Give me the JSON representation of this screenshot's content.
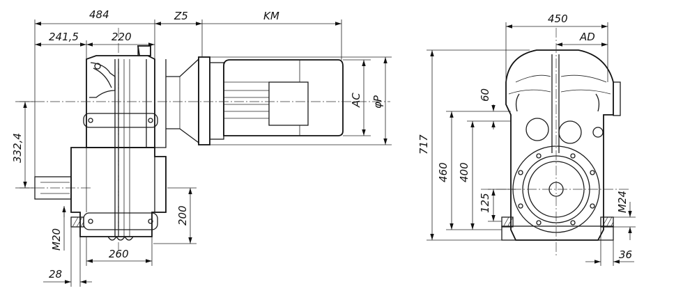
{
  "dimensions": {
    "overall_length": "484",
    "length_241": "241,5",
    "length_220": "220",
    "length_z5": "Z5",
    "length_km": "KM",
    "height_332": "332,4",
    "motor_ac": "AC",
    "motor_p": "φP",
    "thread_m20": "M20",
    "length_28": "28",
    "foot_260": "260",
    "height_200": "200",
    "overall_width": "450",
    "width_ad": "AD",
    "overall_height": "717",
    "height_460": "460",
    "height_400": "400",
    "height_125": "125",
    "height_60": "60",
    "thread_m24": "M24",
    "length_36": "36"
  }
}
